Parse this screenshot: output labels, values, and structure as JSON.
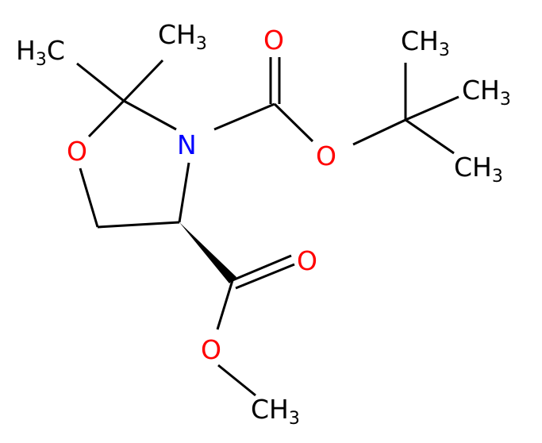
{
  "molecule": {
    "labels": {
      "o_ring": "O",
      "n_ring": "N",
      "o_boc_carbonyl": "O",
      "o_boc_ester": "O",
      "o_ester_carbonyl": "O",
      "o_ester_single": "O",
      "methyl_left": {
        "main": "H",
        "sub": "3",
        "tail": "C"
      },
      "methyl_right": {
        "main": "CH",
        "sub": "3"
      },
      "tbu_top": {
        "main": "CH",
        "sub": "3"
      },
      "tbu_mid": {
        "main": "CH",
        "sub": "3"
      },
      "tbu_low": {
        "main": "CH",
        "sub": "3"
      },
      "ome": {
        "main": "CH",
        "sub": "3"
      }
    },
    "colors": {
      "bond": "#000000",
      "carbon_label": "#000000",
      "oxygen": "#ff0000",
      "nitrogen": "#0000ff"
    }
  }
}
